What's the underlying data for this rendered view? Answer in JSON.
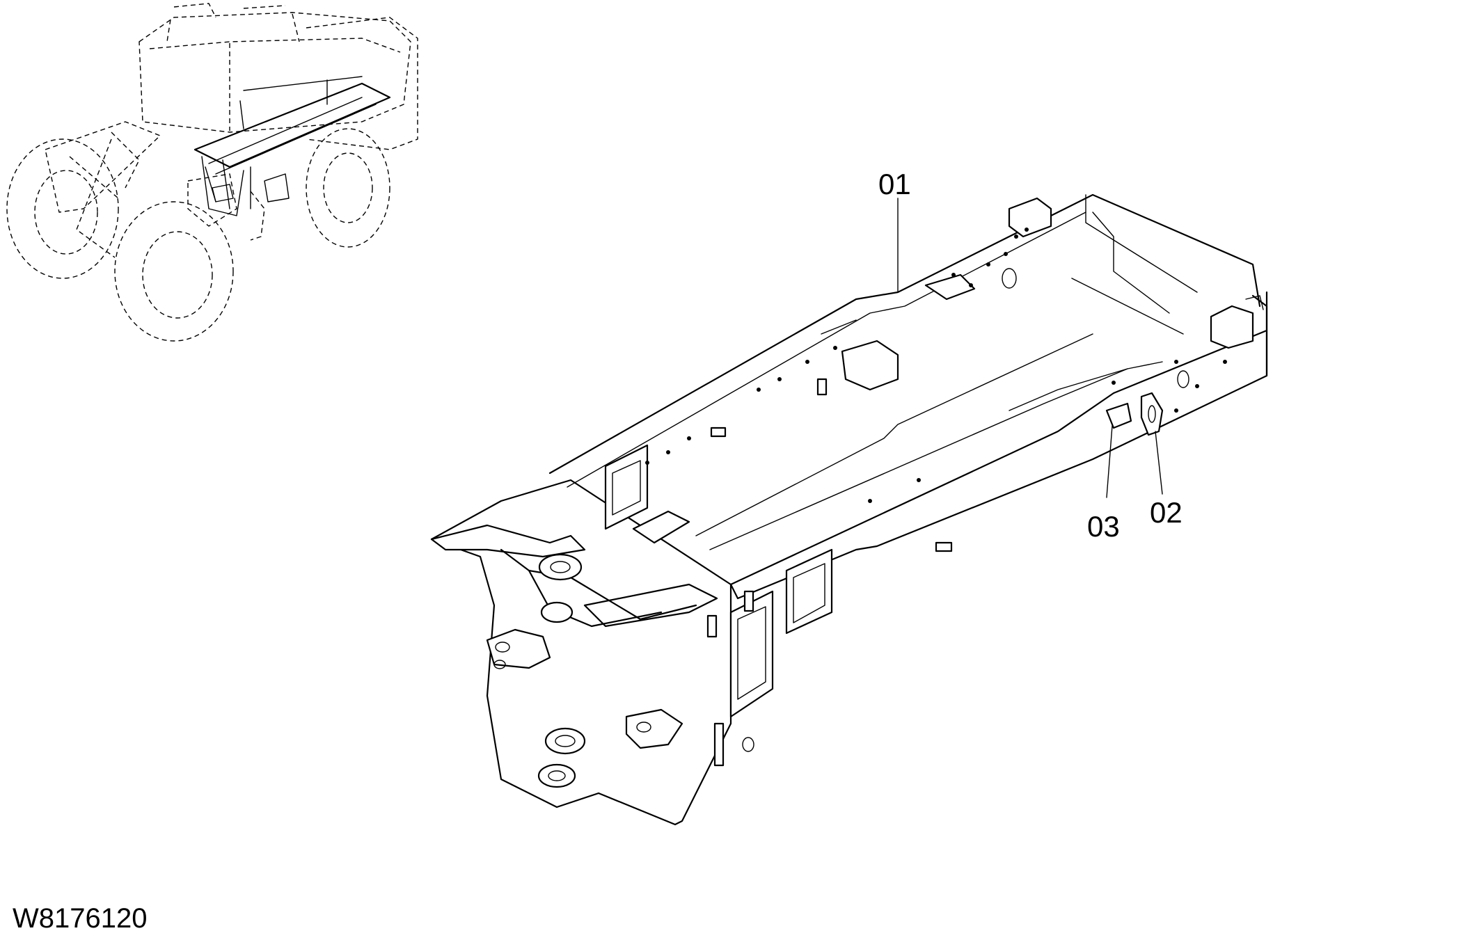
{
  "diagram": {
    "drawing_id": "W8176120",
    "callouts": [
      {
        "id": "01",
        "label": "01"
      },
      {
        "id": "02",
        "label": "02"
      },
      {
        "id": "03",
        "label": "03"
      }
    ],
    "line_color": "#000000",
    "background": "#ffffff"
  }
}
